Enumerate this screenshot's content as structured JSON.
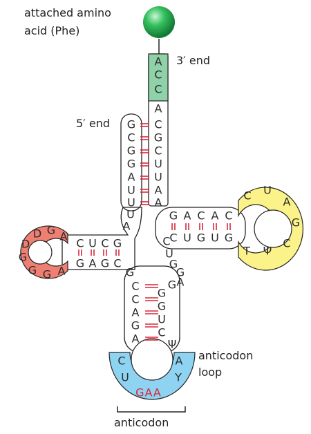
{
  "labels": {
    "amino_acid_line1": "attached amino",
    "amino_acid_line2": "acid (Phe)",
    "three_prime": "3′ end",
    "five_prime": "5′ end",
    "anticodon_loop_line1": "anticodon",
    "anticodon_loop_line2": "loop",
    "anticodon": "anticodon"
  },
  "colors": {
    "amino_acid_ball": "#22b14c",
    "acceptor_end": "#8fd1a8",
    "d_loop": "#ef7f72",
    "t_loop": "#fbf28a",
    "anticodon_loop": "#8fd3f2",
    "base_pair": "#d8263a"
  },
  "acceptor_tail": [
    "A",
    "C",
    "C",
    "A"
  ],
  "acceptor_stem_3prime": [
    "C",
    "G",
    "C",
    "U",
    "U",
    "A",
    "A"
  ],
  "acceptor_stem_5prime": [
    "G",
    "C",
    "G",
    "G",
    "A",
    "U",
    "U",
    "U",
    "A"
  ],
  "d_stem_top": [
    "C",
    "U",
    "C",
    "G"
  ],
  "d_stem_bottom": [
    "G",
    "A",
    "G",
    "C"
  ],
  "d_loop": [
    "A",
    "G",
    "D",
    "D",
    "G",
    "G",
    "G",
    "A"
  ],
  "t_stem_top": [
    "G",
    "A",
    "C",
    "A",
    "C"
  ],
  "t_stem_bottom": [
    "C",
    "U",
    "G",
    "U",
    "G"
  ],
  "t_loop": [
    "C",
    "U",
    "A",
    "G",
    "C",
    "Ψ",
    "T"
  ],
  "variable_loop": [
    "C",
    "U",
    "G",
    "G",
    "A",
    "G"
  ],
  "anticodon_stem_left": [
    "G",
    "C",
    "C",
    "A",
    "G",
    "A"
  ],
  "anticodon_stem_right": [
    "G",
    "G",
    "U",
    "C",
    "Ψ"
  ],
  "anticodon_loop": [
    "C",
    "U",
    "A",
    "Y"
  ],
  "anticodon_bases": "GAA"
}
